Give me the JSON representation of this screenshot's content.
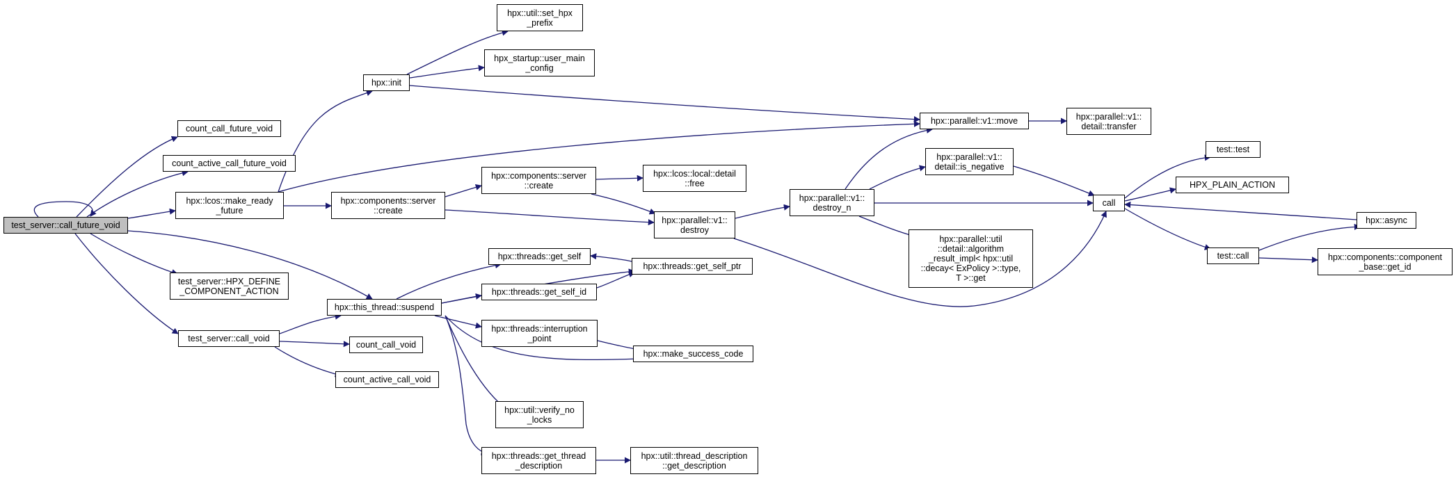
{
  "colors": {
    "edge": "#191970",
    "node_border": "#000000",
    "node_fill": "#ffffff",
    "root_fill": "#bfbfbf"
  },
  "nodes": {
    "root": [
      "test_server::call_future_void"
    ],
    "count_call_future_void": [
      "count_call_future_void"
    ],
    "count_active_call_future_void": [
      "count_active_call_future_void"
    ],
    "make_ready_future": [
      "hpx::lcos::make_ready",
      "_future"
    ],
    "hpx_define": [
      "test_server::HPX_DEFINE",
      "_COMPONENT_ACTION"
    ],
    "call_void": [
      "test_server::call_void"
    ],
    "suspend": [
      "hpx::this_thread::suspend"
    ],
    "hpx_init": [
      "hpx::init"
    ],
    "set_hpx_prefix": [
      "hpx::util::set_hpx",
      "_prefix"
    ],
    "user_main_config": [
      "hpx_startup::user_main",
      "_config"
    ],
    "move": [
      "hpx::parallel::v1::move"
    ],
    "transfer": [
      "hpx::parallel::v1::",
      "detail::transfer"
    ],
    "create1": [
      "hpx::components::server",
      "::create"
    ],
    "create2": [
      "hpx::components::server",
      "::create"
    ],
    "free": [
      "hpx::lcos::local::detail",
      "::free"
    ],
    "destroy": [
      "hpx::parallel::v1::",
      "destroy"
    ],
    "destroy_n": [
      "hpx::parallel::v1::",
      "destroy_n"
    ],
    "is_negative": [
      "hpx::parallel::v1::",
      "detail::is_negative"
    ],
    "algorithm_result": [
      "hpx::parallel::util",
      "::detail::algorithm",
      "_result_impl< hpx::util",
      "::decay< ExPolicy >::type,",
      "T >::get"
    ],
    "call": [
      "call"
    ],
    "test_test": [
      "test::test"
    ],
    "hpx_plain_action": [
      "HPX_PLAIN_ACTION"
    ],
    "hpx_async": [
      "hpx::async"
    ],
    "test_call": [
      "test::call"
    ],
    "get_id": [
      "hpx::components::component",
      "_base::get_id"
    ],
    "get_self": [
      "hpx::threads::get_self"
    ],
    "get_self_ptr": [
      "hpx::threads::get_self_ptr"
    ],
    "get_self_id": [
      "hpx::threads::get_self_id"
    ],
    "interruption_point": [
      "hpx::threads::interruption",
      "_point"
    ],
    "make_success_code": [
      "hpx::make_success_code"
    ],
    "verify_no_locks": [
      "hpx::util::verify_no",
      "_locks"
    ],
    "get_thread_description": [
      "hpx::threads::get_thread",
      "_description"
    ],
    "thread_description": [
      "hpx::util::thread_description",
      "::get_description"
    ],
    "count_call_void": [
      "count_call_void"
    ],
    "count_active_call_void": [
      "count_active_call_void"
    ]
  }
}
